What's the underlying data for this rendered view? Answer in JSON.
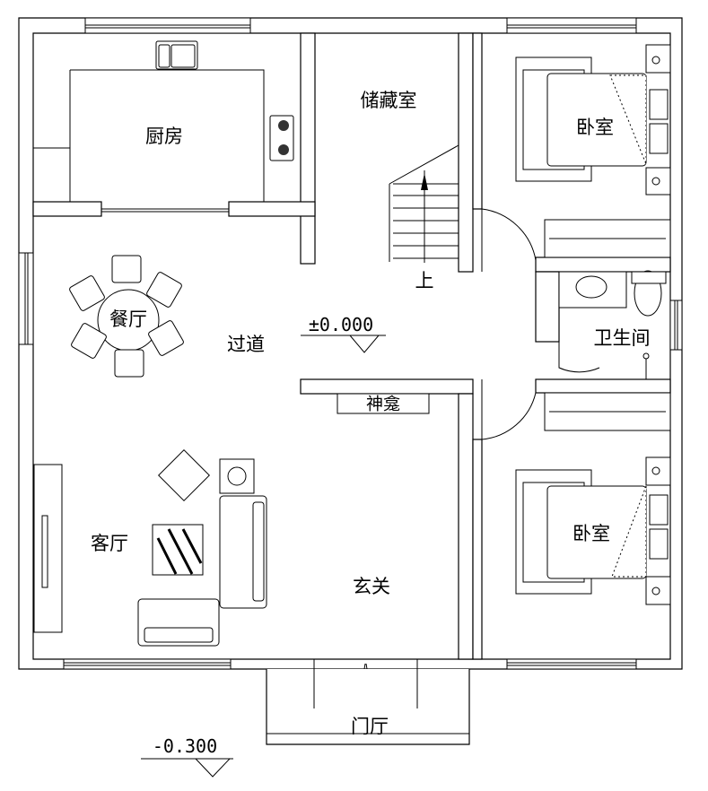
{
  "title": "Floor plan",
  "rooms": {
    "kitchen": "厨房",
    "storage": "储藏室",
    "bedroom_top": "卧室",
    "stairs_up": "上",
    "bathroom": "卫生间",
    "dining": "餐厅",
    "corridor": "过道",
    "shrine": "神龛",
    "living": "客厅",
    "foyer": "玄关",
    "bedroom_bottom": "卧室",
    "entry_hall": "门厅"
  },
  "levels": {
    "interior": "±0.000",
    "exterior": "-0.300"
  },
  "colors": {
    "line": "#000000",
    "background": "#ffffff"
  }
}
